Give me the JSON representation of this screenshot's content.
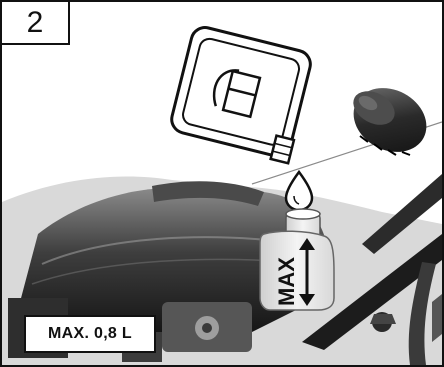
{
  "step": {
    "number": "2"
  },
  "canister_label": {
    "text": "MAX"
  },
  "capacity_note": {
    "text": "MAX. 0,8 L"
  },
  "icons": {
    "fuel_can": "fuel-canister-icon",
    "fuel_pump": "fuel-pump-icon",
    "fill_cap": "filler-cap-icon",
    "drop": "oil-drop-icon",
    "level_arrow": "double-arrow-icon"
  }
}
